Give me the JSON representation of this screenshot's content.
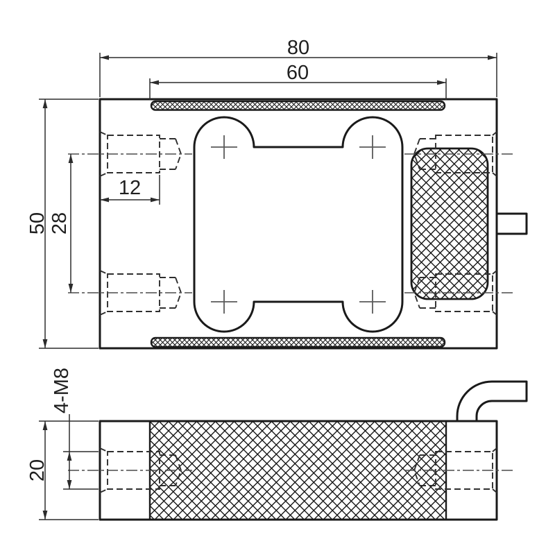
{
  "colors": {
    "background": "#ffffff",
    "outline": "#1a1a1a",
    "dimension_line": "#2b2b2b",
    "hidden_line": "#2e2e2e",
    "center_line": "#4a4a4a",
    "cross_marker": "#5a5a5a",
    "text": "#1f1f1f"
  },
  "top_view": {
    "dim_overall_width": "80",
    "dim_recess_width": "60",
    "dim_overall_height": "50",
    "dim_hole_spacing": "28",
    "dim_thread_depth": "12"
  },
  "side_view": {
    "dim_thickness": "20",
    "thread_callout": "4-M8"
  }
}
